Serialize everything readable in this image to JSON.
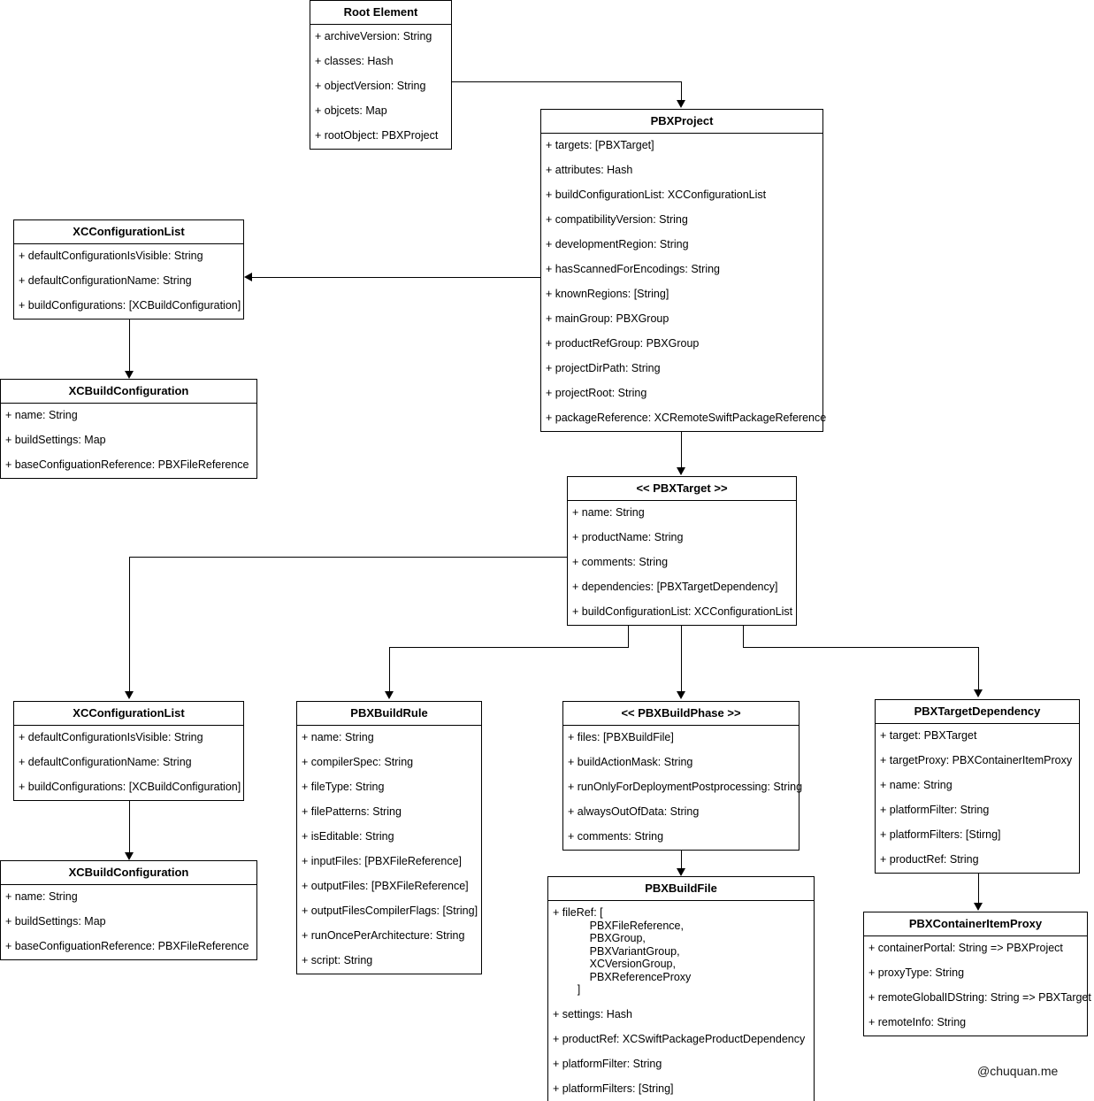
{
  "diagram": {
    "title": "Xcode Project File (PBX) Object Model",
    "watermark": "@chuquan.me",
    "line_color": "#000000",
    "background_color": "#ffffff",
    "box_border_color": "#000000"
  },
  "classes": [
    {
      "id": "root-element",
      "name": "Root Element",
      "stereotype": false,
      "attributes": [
        "+ archiveVersion: String",
        "+ classes: Hash",
        "+ objectVersion: String",
        "+ objcets: Map",
        "+ rootObject: PBXProject"
      ]
    },
    {
      "id": "pbxproject",
      "name": "PBXProject",
      "stereotype": false,
      "attributes": [
        "+ targets: [PBXTarget]",
        "+ attributes: Hash",
        "+ buildConfigurationList: XCConfigurationList",
        "+ compatibilityVersion: String",
        "+ developmentRegion: String",
        "+ hasScannedForEncodings: String",
        "+ knownRegions: [String]",
        "+ mainGroup: PBXGroup",
        "+ productRefGroup: PBXGroup",
        "+ projectDirPath: String",
        "+ projectRoot: String",
        "+ packageReference: XCRemoteSwiftPackageReference"
      ]
    },
    {
      "id": "xcconfigurationlist-top",
      "name": "XCConfigurationList",
      "stereotype": false,
      "attributes": [
        "+ defaultConfigurationIsVisible: String",
        "+ defaultConfigurationName: String",
        "+ buildConfigurations: [XCBuildConfiguration]"
      ]
    },
    {
      "id": "xcbuildconfiguration-top",
      "name": "XCBuildConfiguration",
      "stereotype": false,
      "attributes": [
        "+ name: String",
        "+ buildSettings: Map",
        "+ baseConfiguationReference: PBXFileReference"
      ]
    },
    {
      "id": "pbxtarget",
      "name": "<< PBXTarget >>",
      "stereotype": true,
      "attributes": [
        "+ name: String",
        "+ productName: String",
        "+ comments: String",
        "+ dependencies: [PBXTargetDependency]",
        "+ buildConfigurationList: XCConfigurationList"
      ]
    },
    {
      "id": "xcconfigurationlist-bottom",
      "name": "XCConfigurationList",
      "stereotype": false,
      "attributes": [
        "+ defaultConfigurationIsVisible: String",
        "+ defaultConfigurationName: String",
        "+ buildConfigurations: [XCBuildConfiguration]"
      ]
    },
    {
      "id": "xcbuildconfiguration-bottom",
      "name": "XCBuildConfiguration",
      "stereotype": false,
      "attributes": [
        "+ name: String",
        "+ buildSettings: Map",
        "+ baseConfiguationReference: PBXFileReference"
      ]
    },
    {
      "id": "pbxbuildrule",
      "name": "PBXBuildRule",
      "stereotype": false,
      "attributes": [
        "+ name: String",
        "+ compilerSpec: String",
        "+ fileType: String",
        "+ filePatterns: String",
        "+ isEditable: String",
        "+ inputFiles: [PBXFileReference]",
        "+ outputFiles: [PBXFileReference]",
        "+ outputFilesCompilerFlags: [String]",
        "+ runOncePerArchitecture: String",
        "+ script: String"
      ]
    },
    {
      "id": "pbxbuildphase",
      "name": "<< PBXBuildPhase >>",
      "stereotype": true,
      "attributes": [
        "+ files: [PBXBuildFile]",
        "+ buildActionMask: String",
        "+ runOnlyForDeploymentPostprocessing: String",
        "+ alwaysOutOfData: String",
        "+ comments: String"
      ]
    },
    {
      "id": "pbxtargetdependency",
      "name": "PBXTargetDependency",
      "stereotype": false,
      "attributes": [
        "+ target: PBXTarget",
        "+ targetProxy: PBXContainerItemProxy",
        "+ name: String",
        "+ platformFilter: String",
        "+ platformFilters: [Stirng]",
        "+ productRef: String"
      ]
    },
    {
      "id": "pbxbuildfile",
      "name": "PBXBuildFile",
      "stereotype": false,
      "attributes": [
        "+ fileRef: [\n            PBXFileReference,\n            PBXGroup,\n            PBXVariantGroup,\n            XCVersionGroup,\n            PBXReferenceProxy\n        ]",
        "+ settings: Hash",
        "+ productRef: XCSwiftPackageProductDependency",
        "+ platformFilter: String",
        "+ platformFilters: [String]"
      ]
    },
    {
      "id": "pbxcontaineritemproxy",
      "name": "PBXContainerItemProxy",
      "stereotype": false,
      "attributes": [
        "+ containerPortal: String => PBXProject",
        "+ proxyType: String",
        "+ remoteGlobalIDString: String => PBXTarget",
        "+ remoteInfo: String"
      ]
    }
  ],
  "relations": [
    {
      "from": "root-element",
      "to": "pbxproject",
      "kind": "association"
    },
    {
      "from": "pbxproject",
      "to": "xcconfigurationlist-top",
      "kind": "association"
    },
    {
      "from": "xcconfigurationlist-top",
      "to": "xcbuildconfiguration-top",
      "kind": "association"
    },
    {
      "from": "pbxproject",
      "to": "pbxtarget",
      "kind": "association"
    },
    {
      "from": "pbxtarget",
      "to": "xcconfigurationlist-bottom",
      "kind": "association"
    },
    {
      "from": "xcconfigurationlist-bottom",
      "to": "xcbuildconfiguration-bottom",
      "kind": "association"
    },
    {
      "from": "pbxtarget",
      "to": "pbxbuildrule",
      "kind": "association"
    },
    {
      "from": "pbxtarget",
      "to": "pbxbuildphase",
      "kind": "association"
    },
    {
      "from": "pbxtarget",
      "to": "pbxtargetdependency",
      "kind": "association"
    },
    {
      "from": "pbxbuildphase",
      "to": "pbxbuildfile",
      "kind": "association"
    },
    {
      "from": "pbxtargetdependency",
      "to": "pbxcontaineritemproxy",
      "kind": "association"
    }
  ]
}
